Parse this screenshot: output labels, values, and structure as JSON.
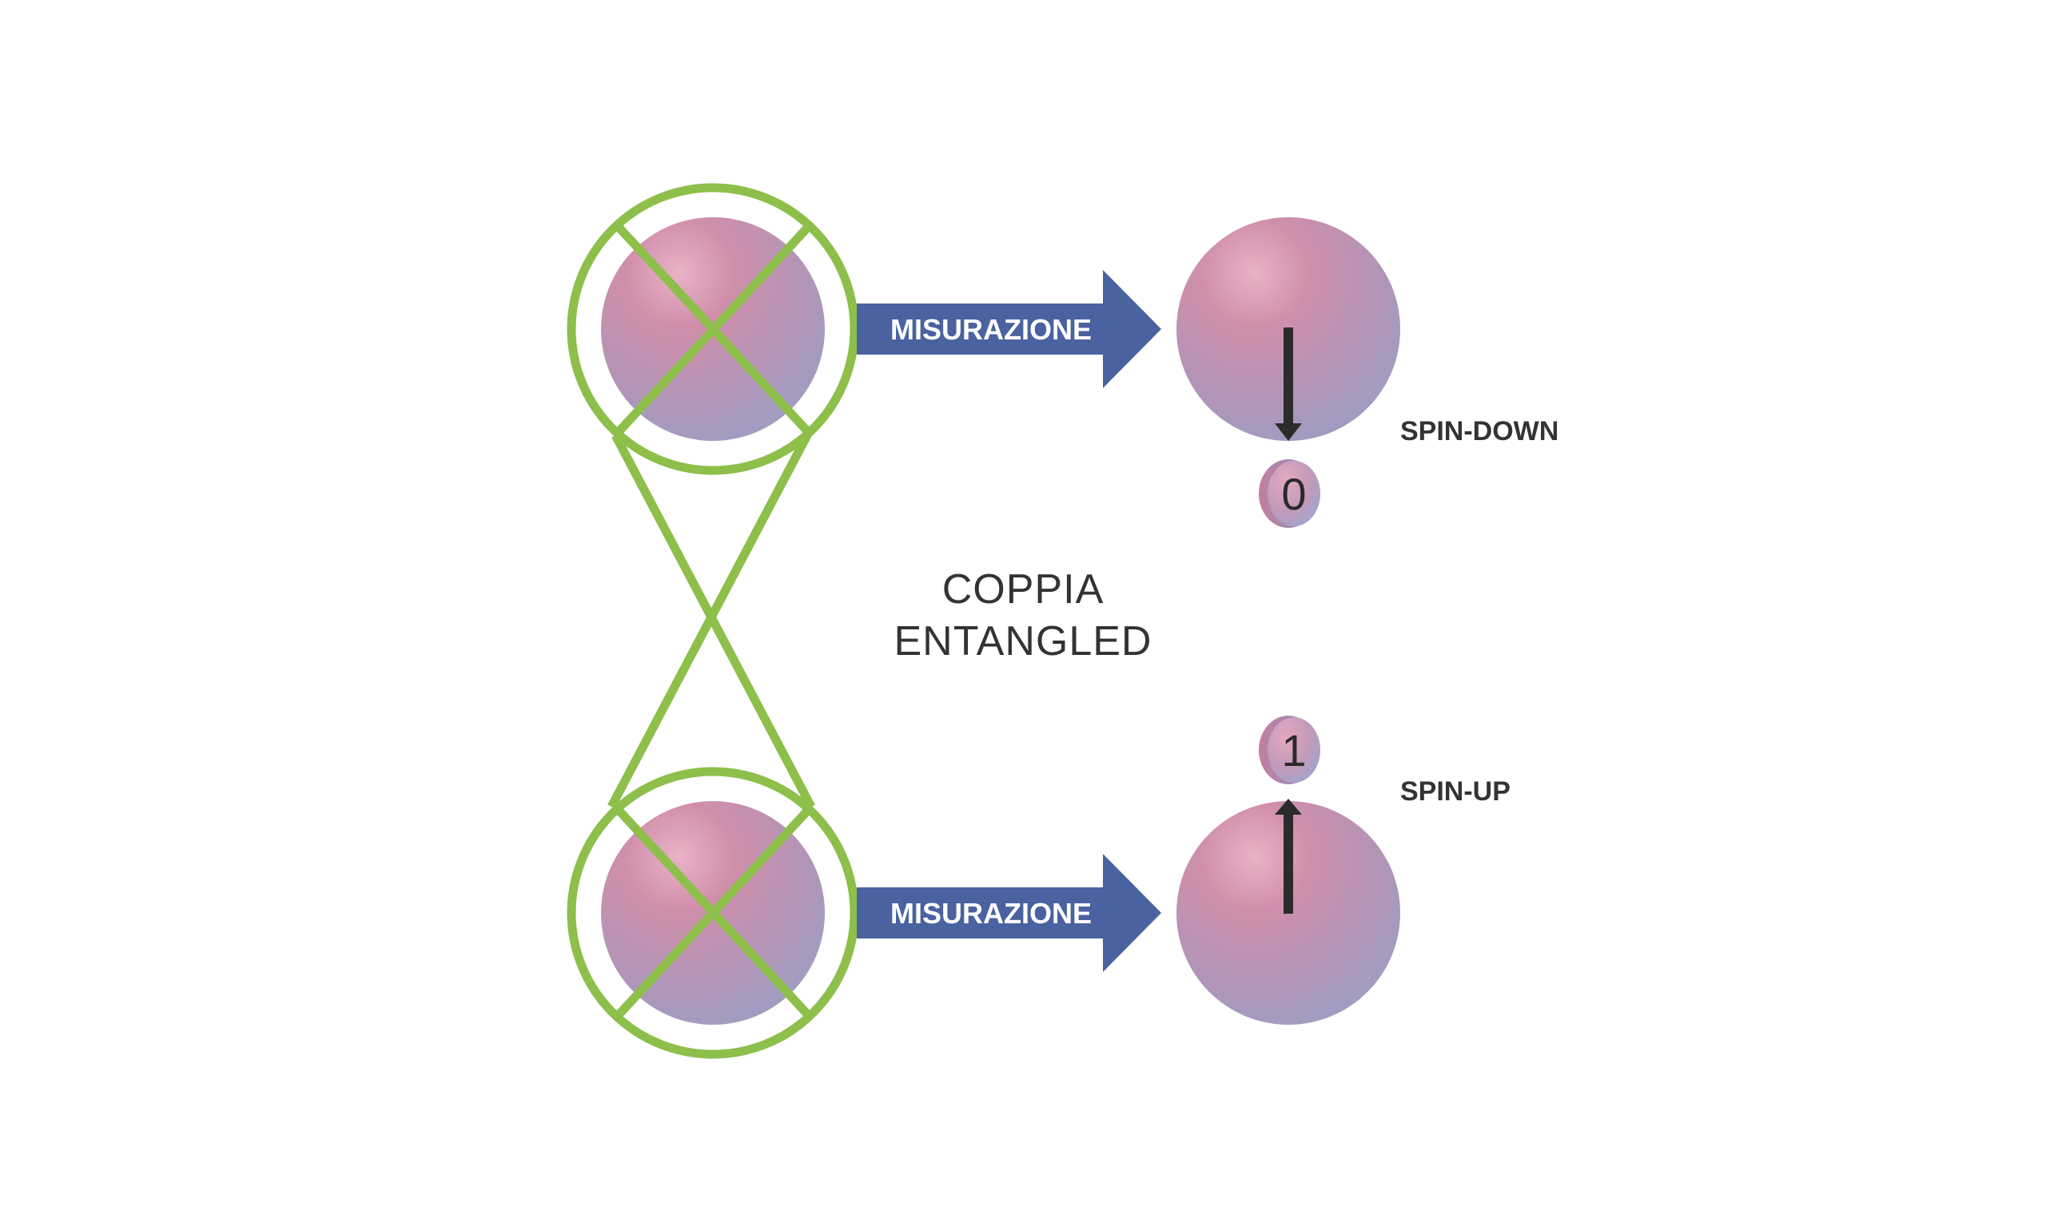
{
  "diagram": {
    "center_label_line1": "COPPIA",
    "center_label_line2": "ENTANGLED",
    "top_arrow_label": "MISURAZIONE",
    "bottom_arrow_label": "MISURAZIONE",
    "top_spin_label": "SPIN-DOWN",
    "bottom_spin_label": "SPIN-UP",
    "top_bit_value": "0",
    "bottom_bit_value": "1"
  },
  "colors": {
    "entangle_green": "#8dbf4a",
    "arrow_blue": "#4a62a0",
    "sphere_pink": "#d490ad",
    "sphere_lavender": "#9fa0c4",
    "spin_arrow": "#2b2b2b"
  }
}
